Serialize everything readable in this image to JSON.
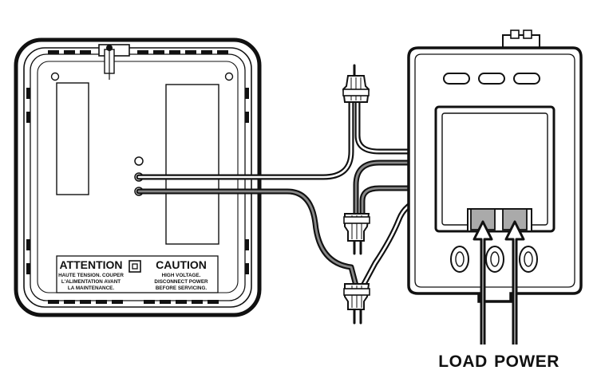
{
  "attention": {
    "title": "ATTENTION",
    "lines": [
      "HAUTE TENSION. COUPER",
      "L'ALIMENTATION AVANT",
      "LA MAINTENANCE."
    ]
  },
  "caution": {
    "title": "CAUTION",
    "lines": [
      "HIGH VOLTAGE.",
      "DISCONNECT POWER",
      "BEFORE SERVICING."
    ]
  },
  "terminals": {
    "load": "LOAD",
    "power": "POWER"
  }
}
